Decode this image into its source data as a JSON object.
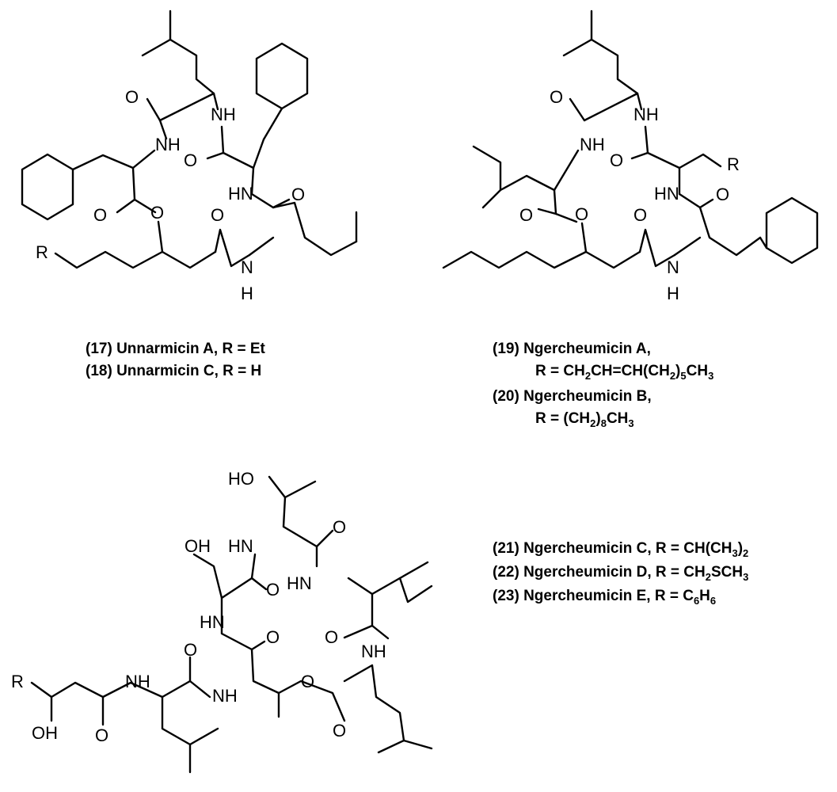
{
  "structures": {
    "unnarmicin": {
      "atoms": [
        "O",
        "NH",
        "NH",
        "O",
        "HN",
        "O",
        "O",
        "O",
        "R",
        "O",
        "N",
        "H"
      ],
      "captions": [
        "(17) Unnarmicin A, R = Et",
        "(18) Unnarmicin C, R = H"
      ]
    },
    "ngercheumicin_ab": {
      "atoms": [
        "O",
        "NH",
        "NH",
        "O",
        "R",
        "HN",
        "O",
        "O",
        "O",
        "O",
        "N",
        "H"
      ],
      "caption_19": "(19) Ngercheumicin A,",
      "r_19": {
        "lead": "R = CH",
        "s1": "2",
        "mid": "CH=CH(CH",
        "s2": "2",
        "close": ")",
        "s3": "5",
        "tail": "CH",
        "s4": "3"
      },
      "caption_20": "(20) Ngercheumicin B,",
      "r_20": {
        "lead": "R = (CH",
        "s1": "2",
        "close": ")",
        "s2": "8",
        "tail": "CH",
        "s3": "3"
      }
    },
    "ngercheumicin_cde": {
      "atoms": [
        "HO",
        "O",
        "OH",
        "HN",
        "O",
        "HN",
        "HN",
        "O",
        "O",
        "NH",
        "R",
        "NH",
        "O",
        "NH",
        "O",
        "O",
        "OH",
        "O"
      ],
      "caption_21": {
        "text": "(21) Ngercheumicin C, R = CH(CH",
        "sub": "3",
        "tail": ")",
        "tail_sub": "2"
      },
      "caption_22": {
        "text": "(22) Ngercheumicin D, R = CH",
        "sub": "2",
        "tail": "SCH",
        "tail_sub": "3"
      },
      "caption_23": {
        "text": "(23) Ngercheumicin E, R = C",
        "sub": "6",
        "tail": "H",
        "tail_sub": "6"
      }
    }
  }
}
